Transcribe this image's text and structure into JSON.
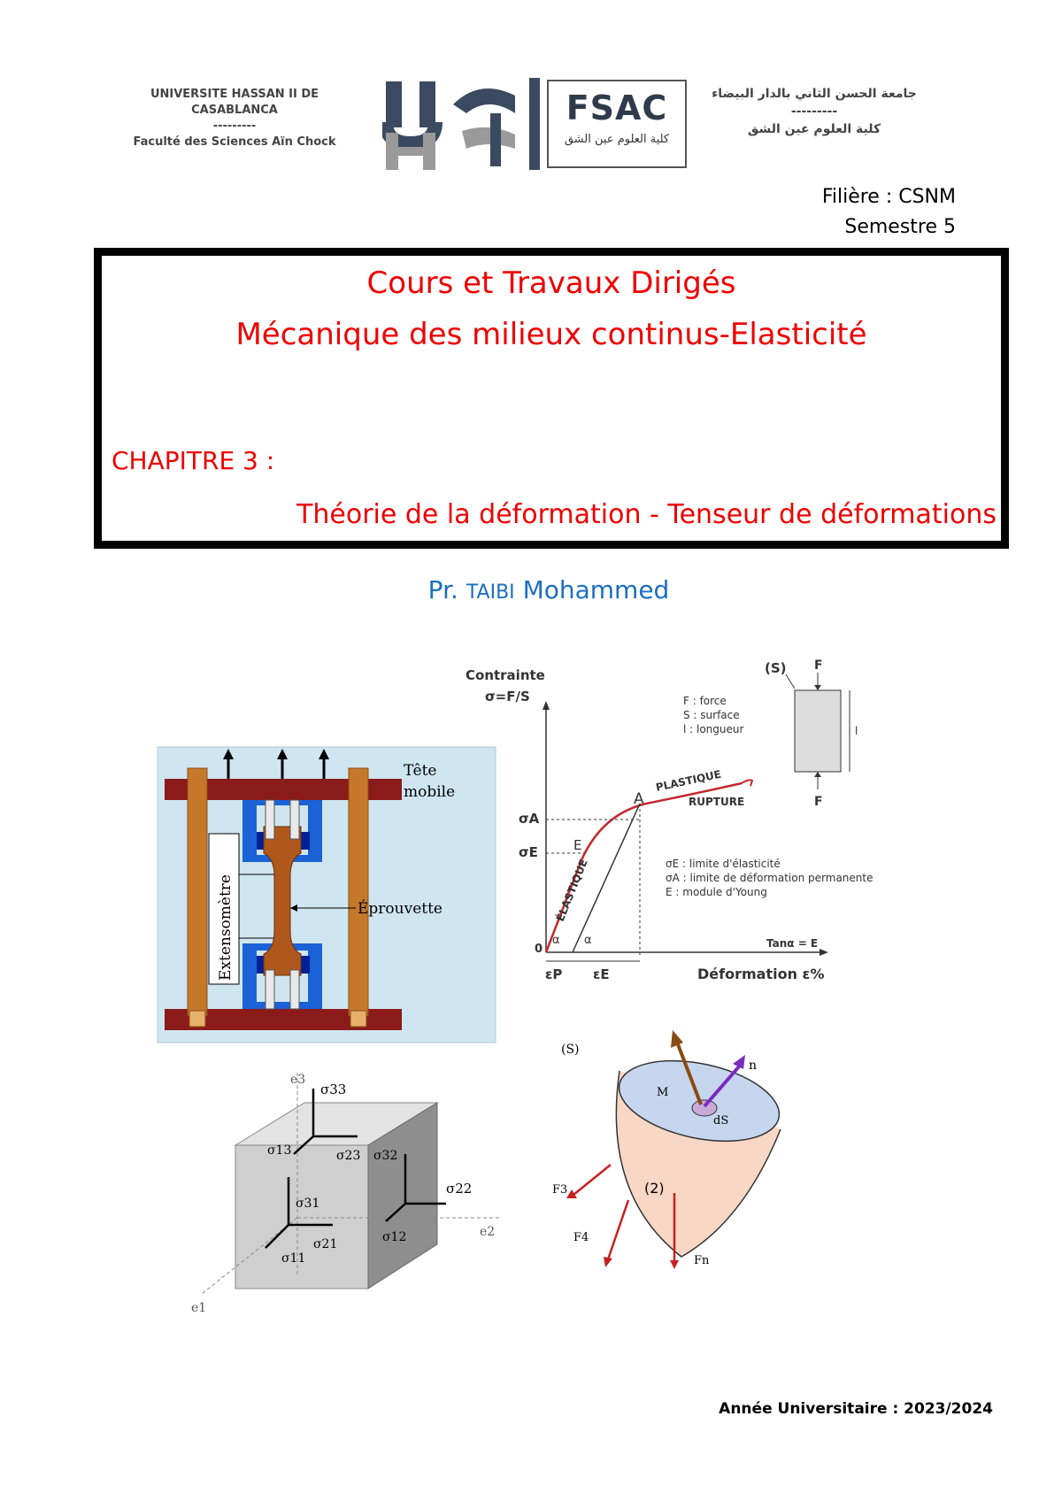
{
  "header": {
    "left_line1": "UNIVERSITE HASSAN II DE CASABLANCA",
    "left_line2": "---------",
    "left_line3": "Faculté des Sciences Aïn Chock",
    "right_line1": "جامعة الحسن الثاني بالدار البيضاء",
    "right_line2": "---------",
    "right_line3": "كلية العلوم عين الشق",
    "fsac_title": "FSAC",
    "fsac_arabic": "كلية العلوم عين الشق"
  },
  "program": {
    "filiere": "Filière : CSNM",
    "semestre": "Semestre 5"
  },
  "title": {
    "line1": "Cours et Travaux Dirigés",
    "line2": "Mécanique des milieux continus-Elasticité",
    "chapter": "CHAPITRE 3 :",
    "subtitle": "Théorie de la déformation - Tenseur de déformations"
  },
  "author": {
    "prefix": "Pr.",
    "name_sc": "Taibi",
    "name": "Mohammed"
  },
  "machine": {
    "tete": "Tête",
    "mobile": "mobile",
    "extensometre": "Extensomètre",
    "eprouvette": "Éprouvette"
  },
  "stress_strain": {
    "ylabel1": "Contrainte",
    "ylabel2": "σ=F/S",
    "sigma_a": "σA",
    "sigma_e": "σE",
    "point_a": "A",
    "point_e": "E",
    "elastique": "ÉLASTIQUE",
    "plastique": "PLASTIQUE",
    "rupture": "RUPTURE",
    "alpha": "α",
    "origin": "0",
    "eps_p": "εP",
    "eps_e": "εE",
    "xlabel": "Déformation ε%",
    "tan": "Tanα = E",
    "legend1": "F : force",
    "legend2": "S : surface",
    "legend3": "l : longueur",
    "note1": "σE : limite d'élasticité",
    "note2": "σA : limite de déformation permanente",
    "note3": "E : module d'Young",
    "s_label": "(S)",
    "f_top": "F",
    "f_bottom": "F",
    "l_label": "l"
  },
  "cube": {
    "e3": "e3",
    "e2": "e2",
    "e1": "e1",
    "s33": "σ33",
    "s13": "σ13",
    "s23": "σ23",
    "s32": "σ32",
    "s22": "σ22",
    "s31": "σ31",
    "s21": "σ21",
    "s12": "σ12",
    "s11": "σ11"
  },
  "solid": {
    "s_label": "(S)",
    "m": "M",
    "ds": "dS",
    "n": "n",
    "region": "(2)",
    "f3": "F3",
    "f4": "F4",
    "fn": "Fn"
  },
  "footer": {
    "annee": "Année Universitaire :  2023/2024"
  },
  "colors": {
    "title_red": "#ee0000",
    "author_blue": "#1b6fc0",
    "machine_bg": "#cfe6f0",
    "frame_red": "#8b1a1a",
    "column_brown": "#c6782a",
    "grip_blue": "#1a62d6"
  }
}
